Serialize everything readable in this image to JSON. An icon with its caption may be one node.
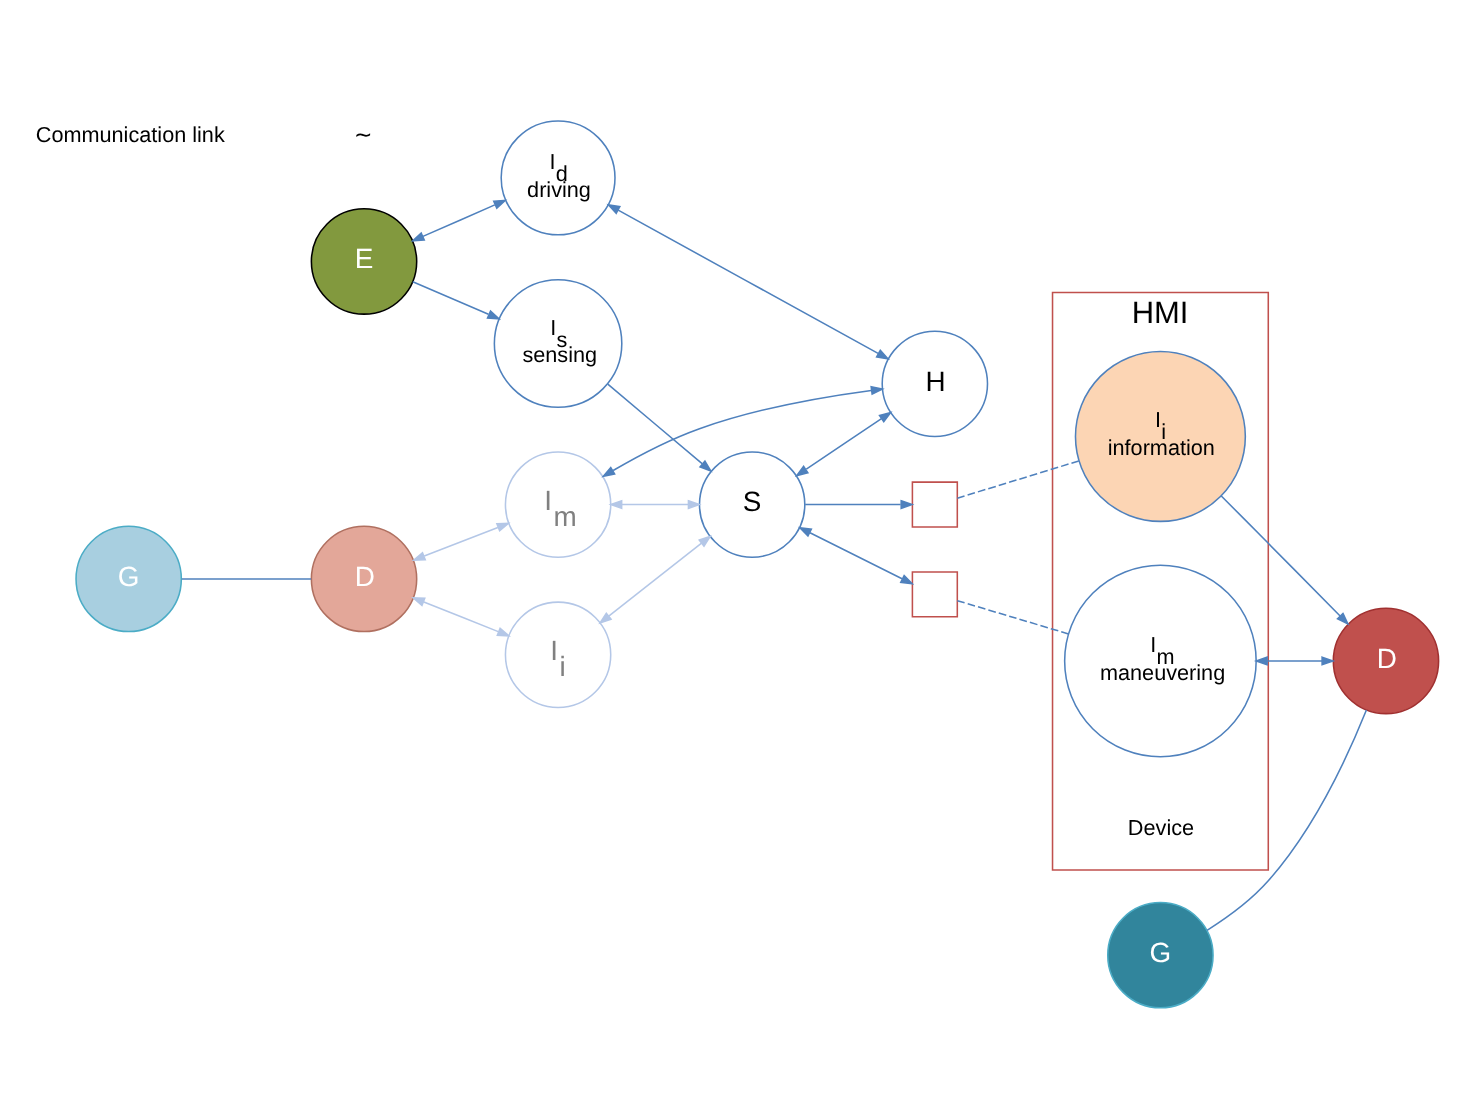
{
  "diagram": {
    "nodes": [
      {
        "text": [
          "G"
        ]
      },
      {
        "text": [
          "D"
        ]
      },
      {
        "text": [
          "I$_{i}$"
        ]
      },
      {
        "text": [
          "I$_{m}$"
        ]
      },
      {
        "text": [
          "S"
        ]
      },
      {
        "text": [
          "I$_{s}$",
          "sensing"
        ]
      },
      {
        "text": [
          "E"
        ]
      },
      {
        "text": [
          "I$_{d}$",
          "driving"
        ]
      },
      {
        "text": [
          "H"
        ]
      },
      {
        "text": [],
        "shape": "box"
      },
      {
        "text": [],
        "shape": "box"
      },
      {
        "text": [
          "HMI"
        ],
        "beside": [
          "Device"
        ]
      },
      {
        "text": [
          "I$_{i}$",
          "information"
        ],
        "in": 11
      },
      {
        "text": [
          "I$_{m}$",
          "maneuvering"
        ],
        "in": 11
      },
      {
        "text": [
          "G"
        ]
      },
      {
        "text": [
          "D"
        ]
      }
    ],
    "edges": [
      {
        "from": 0,
        "to": 1,
        "arrow": "none"
      },
      {
        "from": 1,
        "to": 2,
        "arrow": "both",
        "color": "#b4c7e7"
      },
      {
        "from": 1,
        "to": 3,
        "arrow": "both",
        "color": "#b4c7e7"
      },
      {
        "from": 2,
        "to": 4,
        "arrow": "both",
        "color": "#b4c7e7"
      },
      {
        "from": 3,
        "to": 4,
        "arrow": "both",
        "color": "#b4c7e7"
      },
      {
        "from": 5,
        "to": 4,
        "arrow": "to"
      },
      {
        "from": 3,
        "to": 8,
        "arrow": "both"
      },
      {
        "from": 4,
        "to": 8,
        "arrow": "both"
      },
      {
        "from": 6,
        "to": 5,
        "arrow": "to"
      },
      {
        "from": 6,
        "to": 7,
        "arrow": "both"
      },
      {
        "from": 7,
        "to": 8,
        "arrow": "both"
      },
      {
        "from": 4,
        "to": 9,
        "arrow": "to"
      },
      {
        "from": 4,
        "to": 10,
        "arrow": "both"
      },
      {
        "from": 9,
        "to": 12,
        "arrow": "none",
        "style": "dashed"
      },
      {
        "from": 10,
        "to": 13,
        "arrow": "none",
        "style": "dashed"
      },
      {
        "from": 12,
        "to": 15,
        "arrow": "to"
      },
      {
        "from": 15,
        "to": 13,
        "arrow": "both"
      },
      {
        "from": 14,
        "to": 15,
        "arrow": "none"
      }
    ],
    "labels": [
      "Communication link",
      "∼"
    ]
  }
}
